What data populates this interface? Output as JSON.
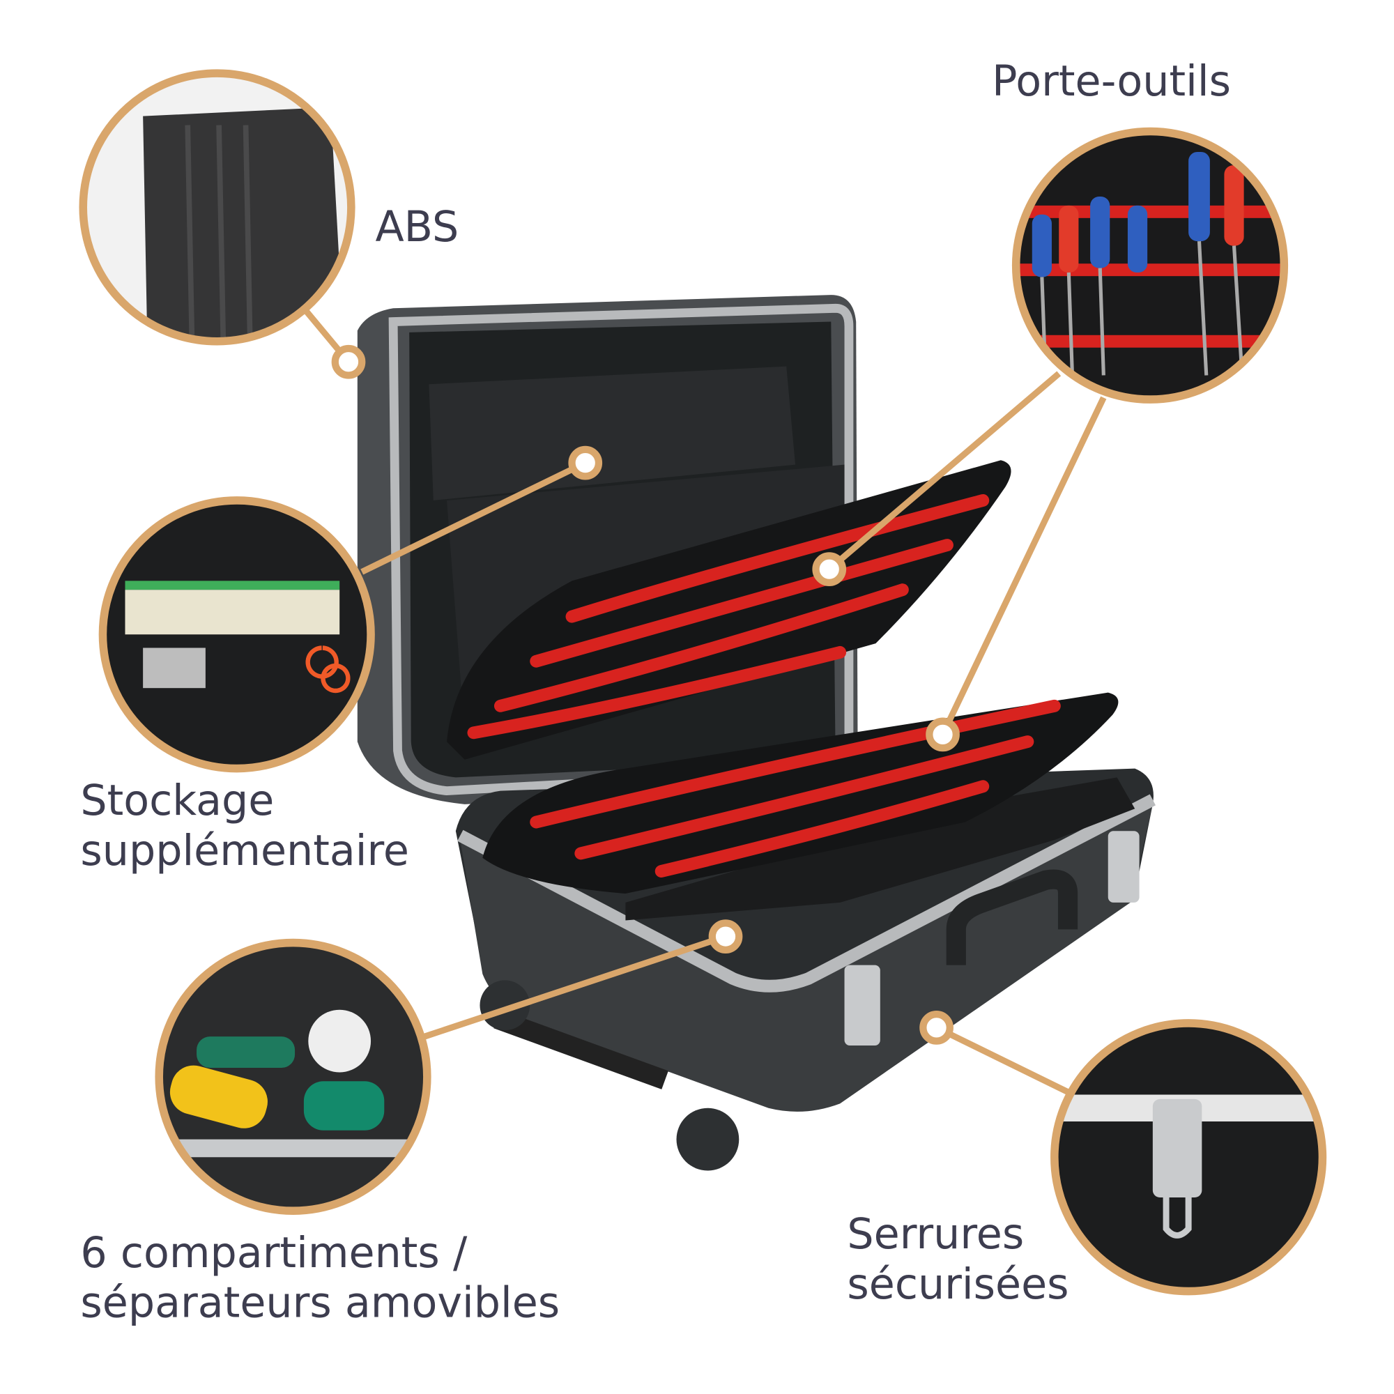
{
  "labels": {
    "tool_holder": "Porte-outils",
    "abs": "ABS",
    "storage_line1": "Stockage",
    "storage_line2": "supplémentaire",
    "compartments_line1": "6 compartiments /",
    "compartments_line2": "séparateurs amovibles",
    "locks_line1": "Serrures",
    "locks_line2": "sécurisées"
  },
  "colors": {
    "accent": "#d9a66b",
    "text": "#3d3d4f",
    "case_body": "#3a3d3f",
    "strap_red": "#d8231f"
  }
}
